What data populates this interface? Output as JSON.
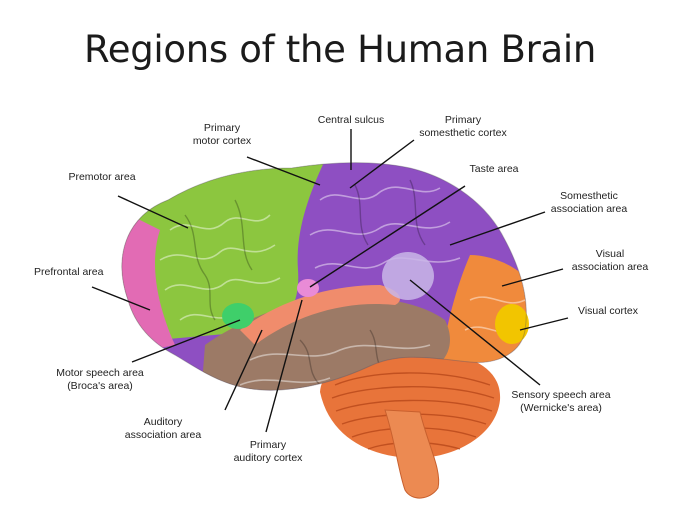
{
  "title": "Regions of the Human Brain",
  "labels": {
    "primary_motor_cortex": [
      "Primary",
      "motor cortex"
    ],
    "central_sulcus": [
      "Central sulcus"
    ],
    "primary_somesthetic_cortex": [
      "Primary",
      "somesthetic cortex"
    ],
    "premotor_area": [
      "Premotor area"
    ],
    "taste_area": [
      "Taste area"
    ],
    "somesthetic_association_area": [
      "Somesthetic",
      "association area"
    ],
    "prefrontal_area": [
      "Prefrontal area"
    ],
    "visual_association_area": [
      "Visual",
      "association area"
    ],
    "visual_cortex": [
      "Visual cortex"
    ],
    "motor_speech_area": [
      "Motor speech area",
      "(Broca's area)"
    ],
    "sensory_speech_area": [
      "Sensory speech area",
      "(Wernicke's area)"
    ],
    "auditory_association_area": [
      "Auditory",
      "association area"
    ],
    "primary_auditory_cortex": [
      "Primary",
      "auditory cortex"
    ]
  },
  "colors": {
    "frontal_green": "#8cc63f",
    "prefrontal_pink": "#e26bb4",
    "parietal_purple": "#8e4fc2",
    "occipital_orange": "#f08a3c",
    "visual_yellow": "#f2c500",
    "temporal_brown": "#9c7a66",
    "cerebellum_orange": "#e8743a",
    "broca_green": "#3fcf6a",
    "wernicke_lavender": "#c9b6e8",
    "taste_pink": "#e98bd6",
    "auditory_salmon": "#f08c6c"
  }
}
